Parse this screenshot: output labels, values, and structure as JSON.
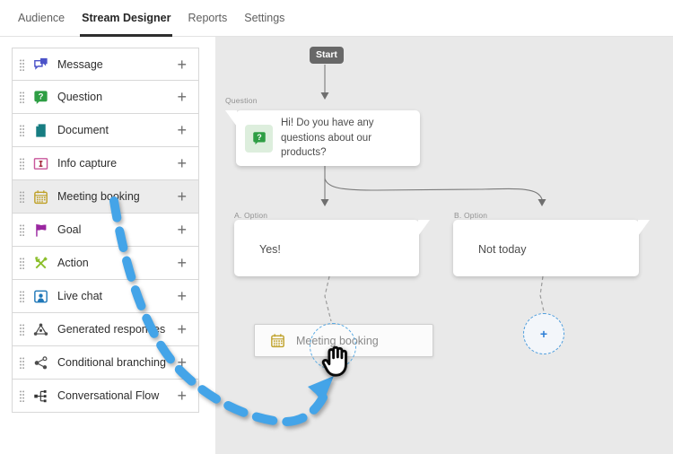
{
  "nav": {
    "tabs": [
      {
        "label": "Audience",
        "active": false
      },
      {
        "label": "Stream Designer",
        "active": true
      },
      {
        "label": "Reports",
        "active": false
      },
      {
        "label": "Settings",
        "active": false
      }
    ]
  },
  "sidebar": {
    "add_label": "+",
    "items": [
      {
        "label": "Message",
        "icon": "message-icon"
      },
      {
        "label": "Question",
        "icon": "question-icon"
      },
      {
        "label": "Document",
        "icon": "document-icon"
      },
      {
        "label": "Info capture",
        "icon": "info-capture-icon"
      },
      {
        "label": "Meeting booking",
        "icon": "meeting-booking-icon",
        "selected": true
      },
      {
        "label": "Goal",
        "icon": "goal-icon"
      },
      {
        "label": "Action",
        "icon": "action-icon"
      },
      {
        "label": "Live chat",
        "icon": "live-chat-icon"
      },
      {
        "label": "Generated responses",
        "icon": "generated-responses-icon"
      },
      {
        "label": "Conditional branching",
        "icon": "conditional-branching-icon"
      },
      {
        "label": "Conversational Flow",
        "icon": "conversational-flow-icon"
      }
    ]
  },
  "canvas": {
    "start_label": "Start",
    "question": {
      "type_label": "Question",
      "text": "Hi! Do you have any questions about our products?",
      "icon_glyph": "?"
    },
    "option_a": {
      "type_label": "A. Option",
      "text": "Yes!"
    },
    "option_b": {
      "type_label": "B. Option",
      "text": "Not today"
    },
    "drop_node": {
      "label": "Meeting booking"
    },
    "placeholder_plus": "+"
  },
  "colors": {
    "accent_blue": "#44a4e8",
    "canvas_bg": "#e9e9e9",
    "start_badge_bg": "#686868",
    "question_green": "#2e9e44",
    "meeting_gold": "#bfa129"
  }
}
